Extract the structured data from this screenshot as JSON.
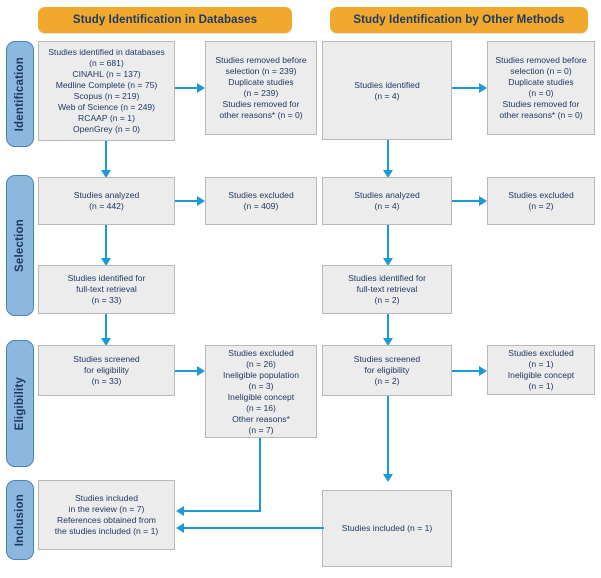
{
  "figure": {
    "type": "prisma-flow-diagram",
    "colors": {
      "banner": "#F0A92D",
      "stage_tab": "#8CB8E0",
      "stage_tab_border": "#4A82BD",
      "box_fill": "#ECECEC",
      "box_border": "#B8B8B8",
      "text": "#1F3864",
      "arrow": "#1B9AD6",
      "background": "#FFFFFF"
    }
  },
  "banners": [
    {
      "id": "databases",
      "label": "Study Identification in Databases"
    },
    {
      "id": "other-methods",
      "label": "Study Identification by Other Methods"
    }
  ],
  "stages": [
    {
      "id": "identification",
      "label": "Identification"
    },
    {
      "id": "selection",
      "label": "Selection"
    },
    {
      "id": "eligibility",
      "label": "Eligibility"
    },
    {
      "id": "inclusion",
      "label": "Inclusion"
    }
  ],
  "boxes": {
    "db_identified": "Studies identified in databases\n(n = 681)\nCINAHL (n = 137)\nMedline Complete (n = 75)\nScopus (n = 219)\nWeb of Science (n = 249)\nRCAAP (n = 1)\nOpenGrey (n = 0)",
    "db_removed": "Studies removed before\nselection (n = 239)\nDuplicate studies\n(n = 239)\nStudies removed for\nother reasons* (n = 0)",
    "other_identified": "Studies identified\n(n = 4)",
    "other_removed": "Studies removed before\nselection (n = 0)\nDuplicate studies\n(n = 0)\nStudies removed for\nother reasons* (n = 0)",
    "db_analyzed": "Studies analyzed\n(n = 442)",
    "db_excluded_selection": "Studies excluded\n(n = 409)",
    "other_analyzed": "Studies analyzed\n(n = 4)",
    "other_excluded_selection": "Studies excluded\n(n = 2)",
    "db_fulltext": "Studies identified for\nfull-text retrieval\n(n = 33)",
    "other_fulltext": "Studies identified for\nfull-text retrieval\n(n = 2)",
    "db_screened": "Studies screened\nfor eligibility\n(n = 33)",
    "db_excluded_eligibility": "Studies excluded\n(n = 26)\nIneligible population\n(n = 3)\nIneligible concept\n(n = 16)\nOther reasons*\n(n = 7)",
    "other_screened": "Studies screened\nfor eligibility\n(n = 2)",
    "other_excluded_eligibility": "Studies excluded\n(n = 1)\nIneligible concept\n(n = 1)",
    "db_included": "Studies included\nin the review (n = 7)\nReferences obtained from\nthe studies included (n = 1)",
    "other_included": "Studies included (n = 1)"
  }
}
